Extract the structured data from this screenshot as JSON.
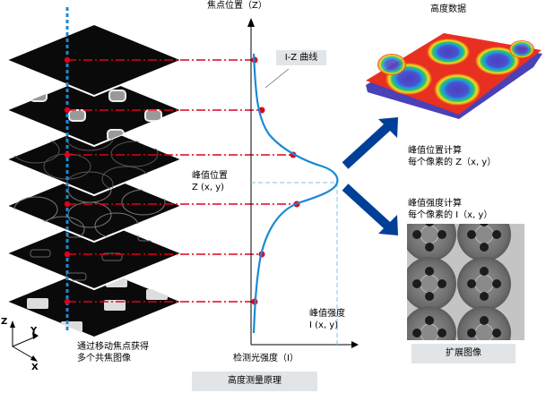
{
  "diagram": {
    "title": "高度测量原理",
    "z_axis_label": "焦点位置（Z）",
    "i_axis_label": "检测光强度（I）",
    "curve_label": "I-Z 曲线",
    "peak_position_label": [
      "峰值位置",
      "Z (x, y)"
    ],
    "peak_intensity_label": [
      "峰值强度",
      "I (x, y)"
    ],
    "stack_caption": [
      "通过移动焦点获得",
      "多个共焦图像"
    ],
    "axes_legend": {
      "z": "Z",
      "y": "Y",
      "x": "X"
    },
    "height_data_title": "高度数据",
    "peak_position_calc": [
      "峰值位置计算",
      "每个像素的 Z（x, y）"
    ],
    "peak_intensity_calc": [
      "峰值强度计算",
      "每个像素的 I（x, y）"
    ],
    "extended_image_label": "扩展图像",
    "colors": {
      "curve": "#1a8ad4",
      "marker": "#e0001b",
      "optical_axis": "#1a8ad4",
      "arrow": "#003f98",
      "label_bg": "#e1e5e8"
    },
    "layers": [
      {
        "name": "layer-1",
        "pattern": "blank"
      },
      {
        "name": "layer-2",
        "pattern": "bright-squares"
      },
      {
        "name": "layer-3",
        "pattern": "faint-arcs"
      },
      {
        "name": "layer-4",
        "pattern": "circles"
      },
      {
        "name": "layer-5",
        "pattern": "outlined-crosses"
      },
      {
        "name": "layer-6",
        "pattern": "bright-crosses"
      }
    ],
    "curve_samples": [
      {
        "z_rank": 1,
        "intensity": 0.02
      },
      {
        "z_rank": 2,
        "intensity": 0.12
      },
      {
        "z_rank": 3,
        "intensity": 0.45
      },
      {
        "z_rank": 4,
        "intensity": 0.55
      },
      {
        "z_rank": 5,
        "intensity": 0.12
      },
      {
        "z_rank": 6,
        "intensity": 0.02
      }
    ]
  }
}
